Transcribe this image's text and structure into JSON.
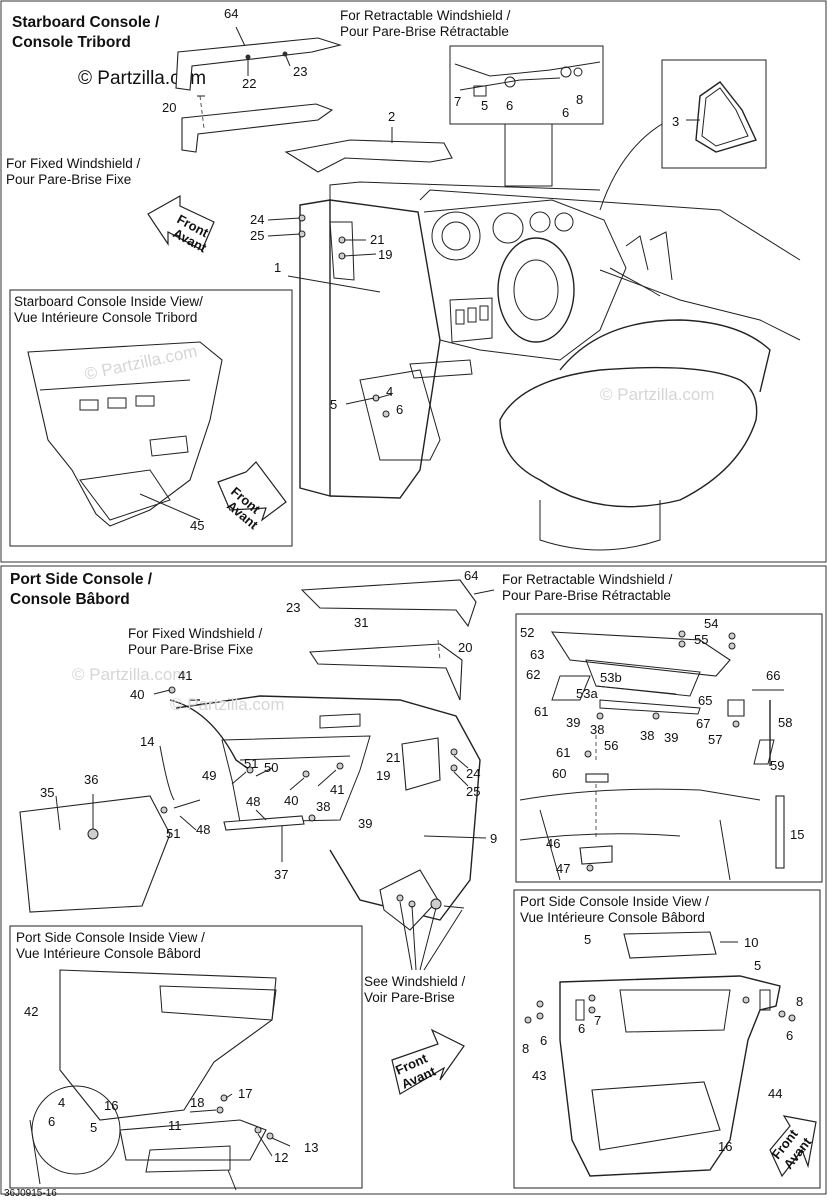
{
  "sections": {
    "starboard": {
      "title_line1": "Starboard Console /",
      "title_line2": "Console Tribord",
      "retractable_line1": "For Retractable Windshield /",
      "retractable_line2": "Pour Pare-Brise Rétractable",
      "fixed_line1": "For Fixed Windshield /",
      "fixed_line2": "Pour Pare-Brise Fixe",
      "inside_line1": "Starboard Console Inside View/",
      "inside_line2": "Vue Intérieure Console Tribord",
      "front_line1": "Front",
      "front_line2": "Avant",
      "callouts": [
        "64",
        "22",
        "23",
        "20",
        "2",
        "7",
        "5",
        "6",
        "6",
        "8",
        "3",
        "24",
        "25",
        "21",
        "19",
        "1",
        "4",
        "5",
        "6",
        "45"
      ]
    },
    "port": {
      "title_line1": "Port Side Console /",
      "title_line2": "Console Bâbord",
      "retractable_line1": "For Retractable Windshield /",
      "retractable_line2": "Pour Pare-Brise Rétractable",
      "fixed_line1": "For Fixed Windshield /",
      "fixed_line2": "Pour Pare-Brise Fixe",
      "see_line1": "See Windshield /",
      "see_line2": "Voir Pare-Brise",
      "inside_left_line1": "Port Side Console Inside View /",
      "inside_left_line2": "Vue Intérieure Console Bâbord",
      "inside_right_line1": "Port Side Console Inside View /",
      "inside_right_line2": "Vue Intérieure Console Bâbord",
      "front_line1": "Front",
      "front_line2": "Avant",
      "callouts": [
        "64",
        "23",
        "31",
        "20",
        "41",
        "40",
        "14",
        "36",
        "35",
        "51",
        "48",
        "49",
        "51",
        "50",
        "40",
        "41",
        "48",
        "38",
        "39",
        "37",
        "21",
        "19",
        "24",
        "25",
        "9",
        "52",
        "54",
        "55",
        "63",
        "62",
        "53b",
        "53a",
        "61",
        "39",
        "38",
        "56",
        "38",
        "39",
        "65",
        "66",
        "67",
        "58",
        "57",
        "61",
        "60",
        "59",
        "15",
        "46",
        "47",
        "42",
        "4",
        "6",
        "5",
        "16",
        "18",
        "17",
        "11",
        "12",
        "13",
        "10",
        "5",
        "5",
        "8",
        "6",
        "7",
        "6",
        "8",
        "6",
        "43",
        "44",
        "16"
      ]
    }
  },
  "watermark": "© Partzilla.com",
  "watermark_light": "© Partzilla.com",
  "footer_code": "36J0915-16"
}
